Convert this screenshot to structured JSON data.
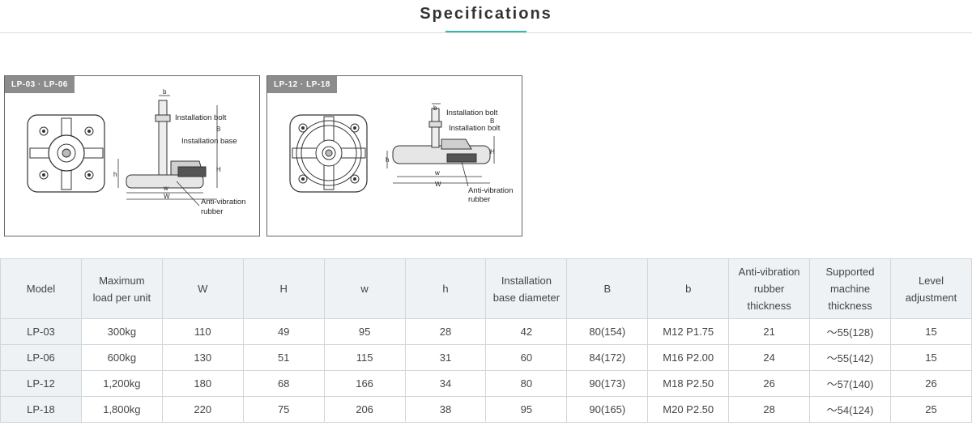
{
  "page": {
    "title": "Specifications"
  },
  "figures": [
    {
      "tag": "LP-03 · LP-06",
      "labels": {
        "bolt": "Installation bolt",
        "base": "Installation base",
        "rubber1": "Anti-vibration",
        "rubber2": "rubber",
        "b": "b",
        "B": "B",
        "H": "H",
        "h": "h",
        "w": "w",
        "W": "W"
      }
    },
    {
      "tag": "LP-12 · LP-18",
      "labels": {
        "bolt": "Installation bolt",
        "base": "Installation bolt",
        "rubber1": "Anti-vibration",
        "rubber2": "rubber",
        "b": "b",
        "B": "B",
        "H": "H",
        "h": "h",
        "w": "w",
        "W": "W"
      }
    }
  ],
  "table": {
    "headers": [
      [
        "Model"
      ],
      [
        "Maximum",
        "load per unit"
      ],
      [
        "W"
      ],
      [
        "H"
      ],
      [
        "w"
      ],
      [
        "h"
      ],
      [
        "Installation",
        "base diameter"
      ],
      [
        "B"
      ],
      [
        "b"
      ],
      [
        "Anti-vibration",
        "rubber",
        "thickness"
      ],
      [
        "Supported",
        "machine",
        "thickness"
      ],
      [
        "Level",
        "adjustment"
      ]
    ],
    "rows": [
      [
        "LP-03",
        "300kg",
        "110",
        "49",
        "95",
        "28",
        "42",
        "80(154)",
        "M12 P1.75",
        "21",
        "～55(128)",
        "15"
      ],
      [
        "LP-06",
        "600kg",
        "130",
        "51",
        "115",
        "31",
        "60",
        "84(172)",
        "M16 P2.00",
        "24",
        "～55(142)",
        "15"
      ],
      [
        "LP-12",
        "1,200kg",
        "180",
        "68",
        "166",
        "34",
        "80",
        "90(173)",
        "M18 P2.50",
        "26",
        "～57(140)",
        "26"
      ],
      [
        "LP-18",
        "1,800kg",
        "220",
        "75",
        "206",
        "38",
        "95",
        "90(165)",
        "M20 P2.50",
        "28",
        "～54(124)",
        "25"
      ]
    ]
  }
}
